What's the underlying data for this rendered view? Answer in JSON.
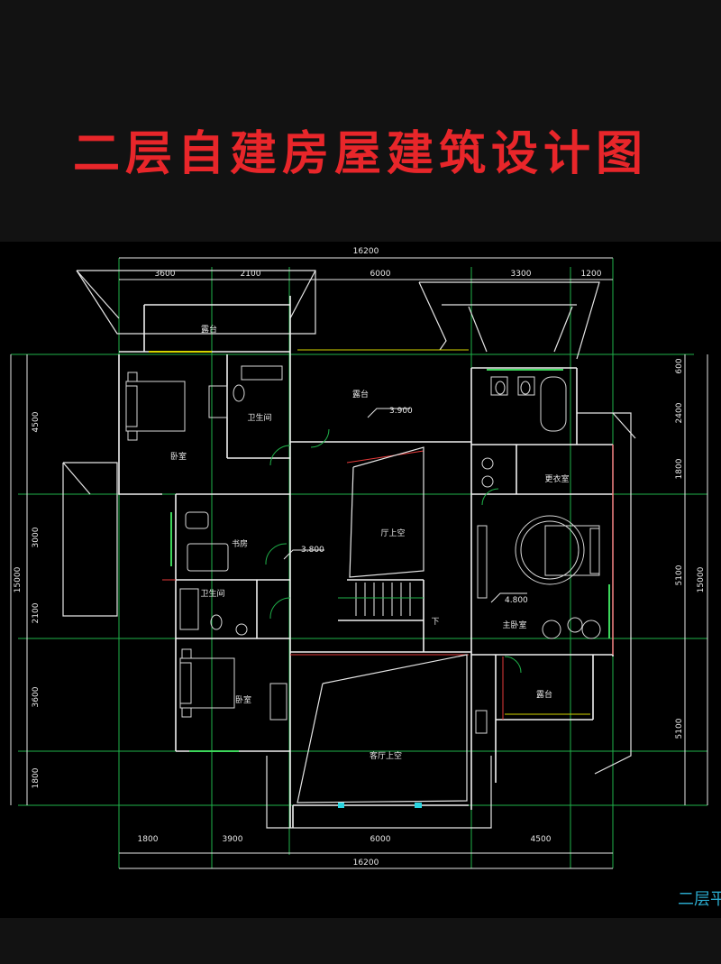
{
  "title": "二层自建房屋建筑设计图",
  "plan": {
    "caption": "二层平",
    "elevations": {
      "terrace": "3.900",
      "study": "3.800",
      "master": "4.800"
    },
    "rooms": {
      "terrace_top": "露台",
      "terrace_center": "露台",
      "terrace_right": "露台",
      "bath_1": "卫生间",
      "bath_2": "卫生间",
      "bedroom_1": "卧室",
      "bedroom_2": "卧室",
      "study": "书房",
      "hall_void": "厅上空",
      "living_void": "客厅上空",
      "closet": "更衣室",
      "master": "主卧室",
      "stair_mark": "下"
    },
    "dims": {
      "top_total": "16200",
      "top": [
        "3600",
        "2100",
        "6000",
        "3300",
        "1200"
      ],
      "bottom": [
        "1800",
        "3900",
        "6000",
        "4500"
      ],
      "bottom_total": "16200",
      "left": [
        "4500",
        "3000",
        "2100",
        "3600",
        "1800"
      ],
      "left_total": "15000",
      "right": [
        "600",
        "2400",
        "1800",
        "5100",
        "5100"
      ],
      "right_total": "15000"
    }
  }
}
